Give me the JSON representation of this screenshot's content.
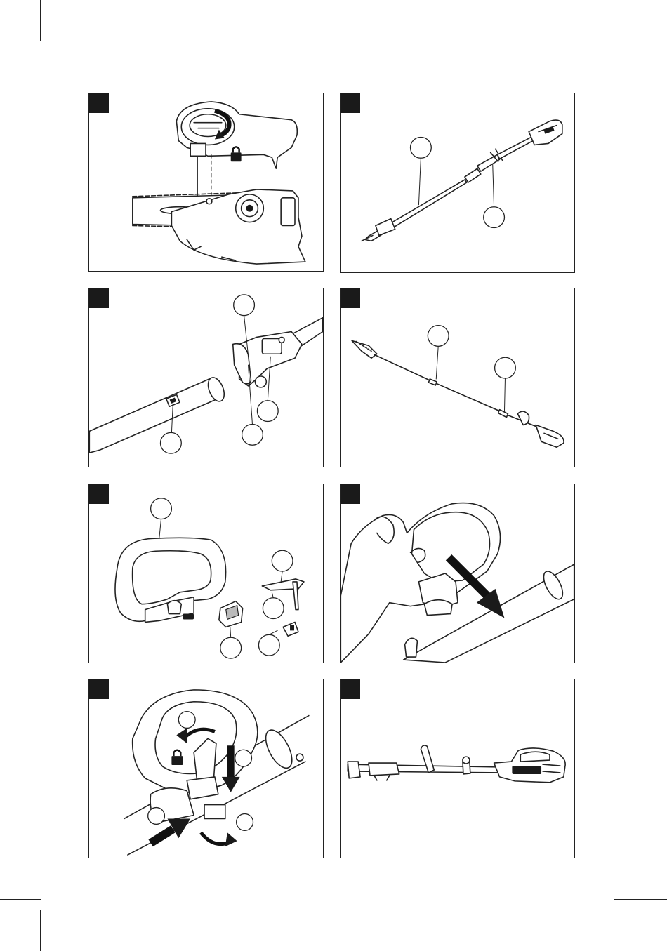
{
  "page": {
    "panels": [
      {
        "id": "panel-1",
        "icons": [
          "chain-bar-assembly",
          "sprocket-cover",
          "lock-icon",
          "rotate-arrow"
        ]
      },
      {
        "id": "panel-2",
        "icons": [
          "pole-saw-assembled",
          "shaft-section"
        ]
      },
      {
        "id": "panel-3",
        "icons": [
          "shaft-coupler",
          "locking-knob"
        ]
      },
      {
        "id": "panel-4",
        "icons": [
          "pole-saw-extended"
        ]
      },
      {
        "id": "panel-5",
        "icons": [
          "loop-handle",
          "handle-clamp",
          "handle-knob",
          "handle-bolt"
        ]
      },
      {
        "id": "panel-6",
        "icons": [
          "hand",
          "loop-handle",
          "push-arrow"
        ]
      },
      {
        "id": "panel-7",
        "icons": [
          "loop-handle",
          "lock-icon",
          "rotate-arrow",
          "push-arrow"
        ]
      },
      {
        "id": "panel-8",
        "icons": [
          "pole-saw-complete"
        ]
      }
    ]
  }
}
